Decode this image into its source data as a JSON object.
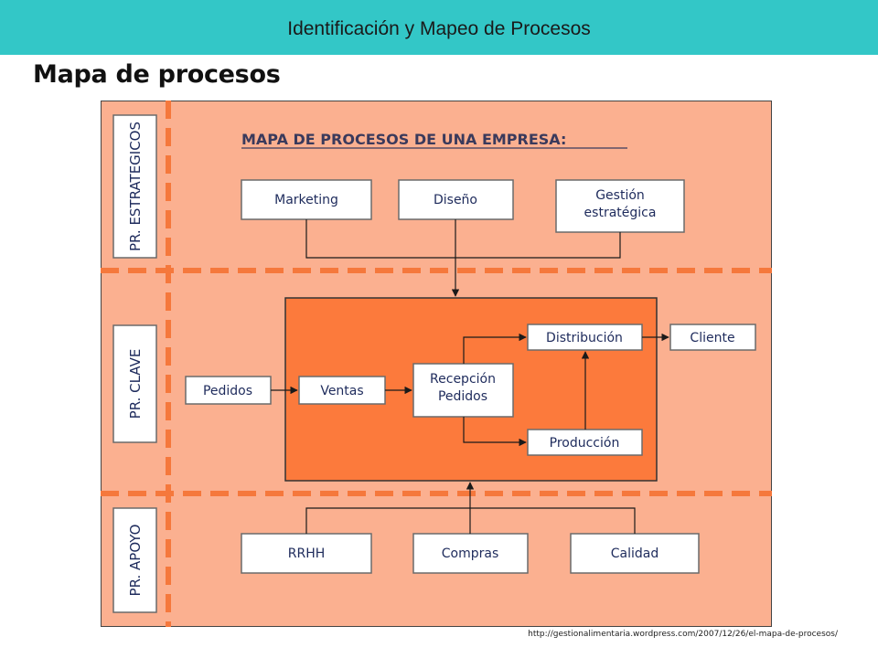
{
  "header": {
    "title": "Identificación y Mapeo de Procesos"
  },
  "slide": {
    "title": "Mapa de procesos"
  },
  "diagram": {
    "title": "MAPA DE PROCESOS DE UNA EMPRESA:",
    "lanes": {
      "strategic": "PR. ESTRATEGICOS",
      "key": "PR. CLAVE",
      "support": "PR. APOYO"
    },
    "strategic": {
      "marketing": "Marketing",
      "diseno": "Diseño",
      "gestion_line1": "Gestión",
      "gestion_line2": "estratégica"
    },
    "key": {
      "pedidos": "Pedidos",
      "ventas": "Ventas",
      "recepcion_line1": "Recepción",
      "recepcion_line2": "Pedidos",
      "distribucion": "Distribución",
      "produccion": "Producción",
      "cliente": "Cliente"
    },
    "support": {
      "rrhh": "RRHH",
      "compras": "Compras",
      "calidad": "Calidad"
    },
    "colors": {
      "background": "#fbb090",
      "core": "#fc7a3c",
      "dash": "#f5783c",
      "box_border": "#6b6b6b",
      "text": "#1e2b5c"
    }
  },
  "source": {
    "url": "http://gestionalimentaria.wordpress.com/2007/12/26/el-mapa-de-procesos/"
  }
}
